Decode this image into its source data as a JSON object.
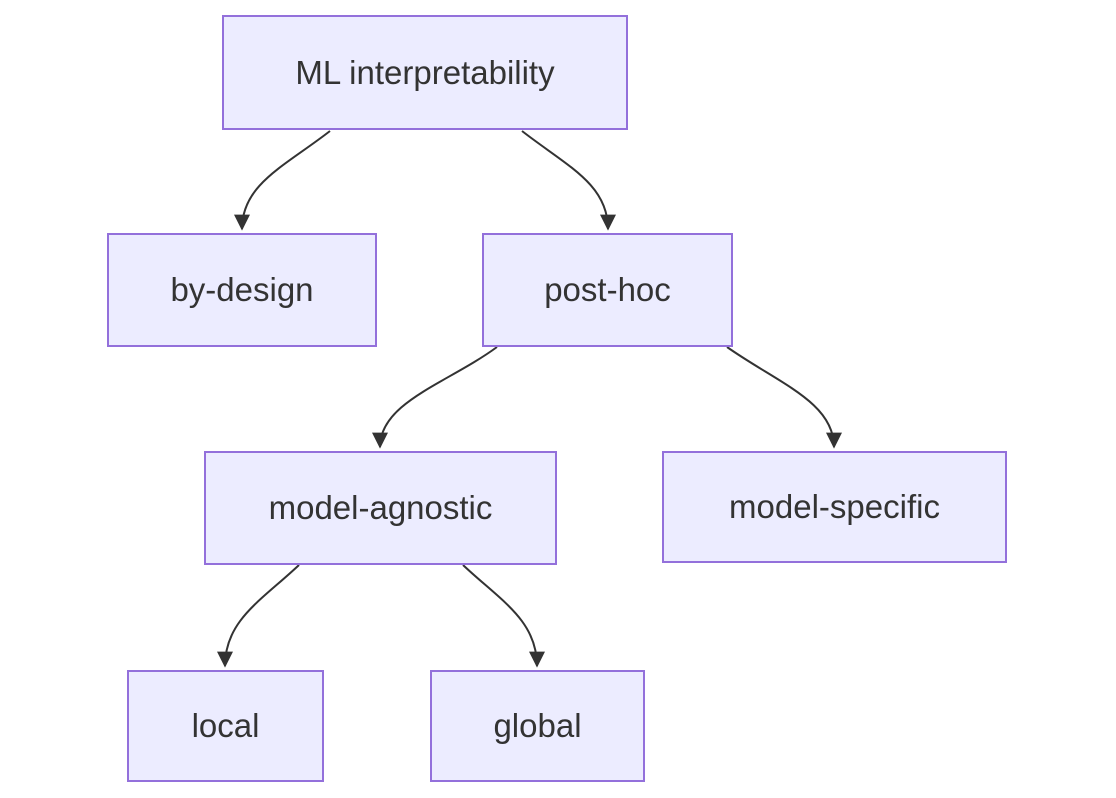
{
  "diagram": {
    "type": "flowchart-top-down",
    "nodes": [
      {
        "id": "root",
        "label": "ML interpretability"
      },
      {
        "id": "by_design",
        "label": "by-design"
      },
      {
        "id": "post_hoc",
        "label": "post-hoc"
      },
      {
        "id": "model_agnostic",
        "label": "model-agnostic"
      },
      {
        "id": "model_specific",
        "label": "model-specific"
      },
      {
        "id": "local",
        "label": "local"
      },
      {
        "id": "global",
        "label": "global"
      }
    ],
    "edges": [
      {
        "from": "root",
        "to": "by_design",
        "arrow": "filled-triangle"
      },
      {
        "from": "root",
        "to": "post_hoc",
        "arrow": "filled-triangle"
      },
      {
        "from": "post_hoc",
        "to": "model_agnostic",
        "arrow": "filled-triangle"
      },
      {
        "from": "post_hoc",
        "to": "model_specific",
        "arrow": "filled-triangle"
      },
      {
        "from": "model_agnostic",
        "to": "local",
        "arrow": "filled-triangle"
      },
      {
        "from": "model_agnostic",
        "to": "global",
        "arrow": "filled-triangle"
      }
    ],
    "colors": {
      "background": "#FFFFFF",
      "node_fill": "#ECECFF",
      "node_border": "#9370DB",
      "node_text": "#333333",
      "edge_stroke": "#333333",
      "arrowhead_fill": "#333333"
    }
  }
}
